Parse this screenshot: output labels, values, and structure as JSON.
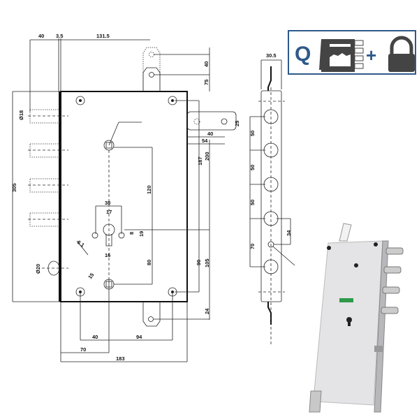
{
  "logo": {
    "letter": "Q",
    "icon_key": "key-card-icon",
    "plus": "+",
    "icon_lock": "padlock-icon",
    "border_color": "#2f5a8a",
    "accent": "#2f5a8a"
  },
  "front_view": {
    "dims": {
      "top_40": "40",
      "top_3_5": "3.5",
      "top_131_5": "131.5",
      "right_40": "40",
      "right_75": "75",
      "latch_25": "25",
      "latch_40": "40",
      "latch_54": "54",
      "d18": "Ø18",
      "h305": "305",
      "h187": "187",
      "h200": "200",
      "h120": "120",
      "w38": "38",
      "w17": "17",
      "h19": "19",
      "h8": "8",
      "w16": "16",
      "ang61": "6.1",
      "d20": "Ø20",
      "h80": "80",
      "h90": "90",
      "h105": "105",
      "a15": "15",
      "h24": "24",
      "b40": "40",
      "b94": "94",
      "b70": "70",
      "b183": "183"
    }
  },
  "side_view": {
    "dims": {
      "w30_5": "30.5",
      "s1": "50",
      "s2": "50",
      "s3": "50",
      "s4": "70",
      "s34": "34"
    }
  }
}
